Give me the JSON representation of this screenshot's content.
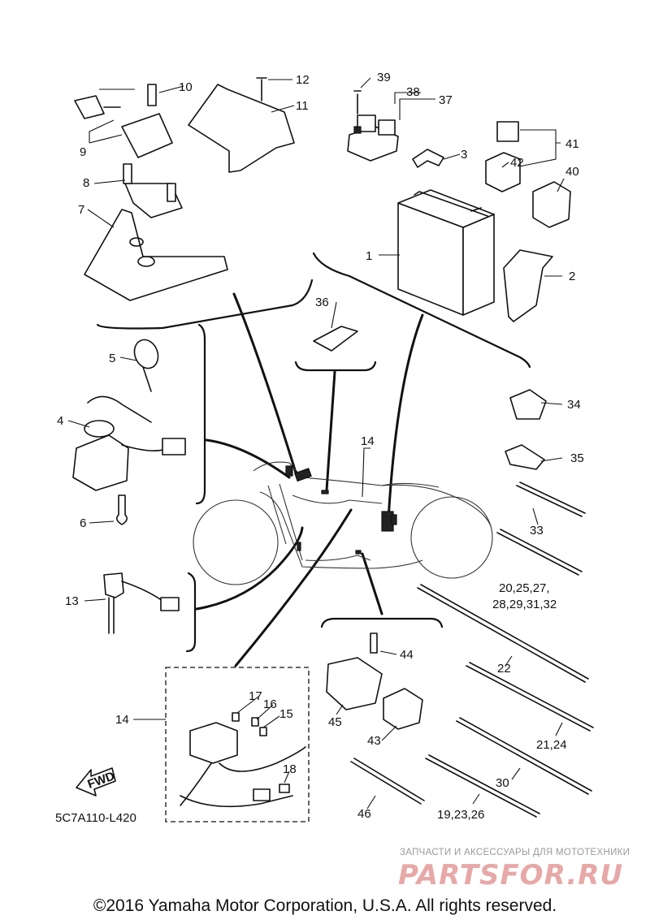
{
  "diagram": {
    "part_labels": {
      "p1": "1",
      "p2": "2",
      "p3": "3",
      "p4": "4",
      "p5": "5",
      "p6": "6",
      "p7": "7",
      "p8": "8",
      "p9": "9",
      "p10": "10",
      "p11": "11",
      "p12": "12",
      "p13": "13",
      "p14a": "14",
      "p14b": "14",
      "p15": "15",
      "p16": "16",
      "p17": "17",
      "p18": "18",
      "p22": "22",
      "p30": "30",
      "p33": "33",
      "p34": "34",
      "p35": "35",
      "p36": "36",
      "p37": "37",
      "p38": "38",
      "p39": "39",
      "p40": "40",
      "p41": "41",
      "p42": "42",
      "p43": "43",
      "p44": "44",
      "p45": "45",
      "p46": "46",
      "g20a": "20,25,27,",
      "g20b": "28,29,31,32",
      "g21": "21,24",
      "g19": "19,23,26"
    },
    "fwd_label": "FWD",
    "diagram_code": "5C7A110-L420"
  },
  "watermark": {
    "tagline": "ЗАПЧАСТИ И АКСЕССУАРЫ ДЛЯ МОТОТЕХНИКИ",
    "logo": "PARTSFOR.RU"
  },
  "footer": {
    "copyright": "©2016 Yamaha Motor Corporation, U.S.A. All rights reserved."
  }
}
